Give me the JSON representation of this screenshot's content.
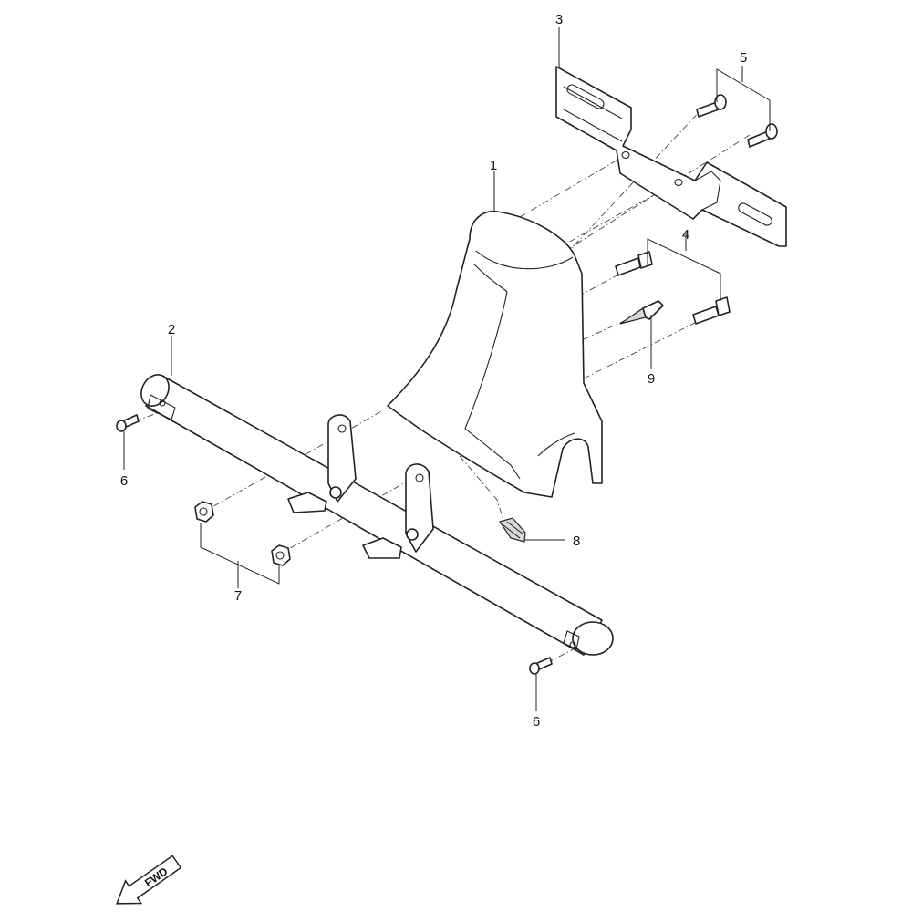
{
  "callouts": [
    {
      "id": "1",
      "label": "1"
    },
    {
      "id": "2",
      "label": "2"
    },
    {
      "id": "3",
      "label": "3"
    },
    {
      "id": "4",
      "label": "4"
    },
    {
      "id": "5",
      "label": "5"
    },
    {
      "id": "6a",
      "label": "6"
    },
    {
      "id": "6b",
      "label": "6"
    },
    {
      "id": "7",
      "label": "7"
    },
    {
      "id": "8",
      "label": "8"
    },
    {
      "id": "9",
      "label": "9"
    }
  ],
  "direction_arrow": {
    "label": "FWD"
  }
}
